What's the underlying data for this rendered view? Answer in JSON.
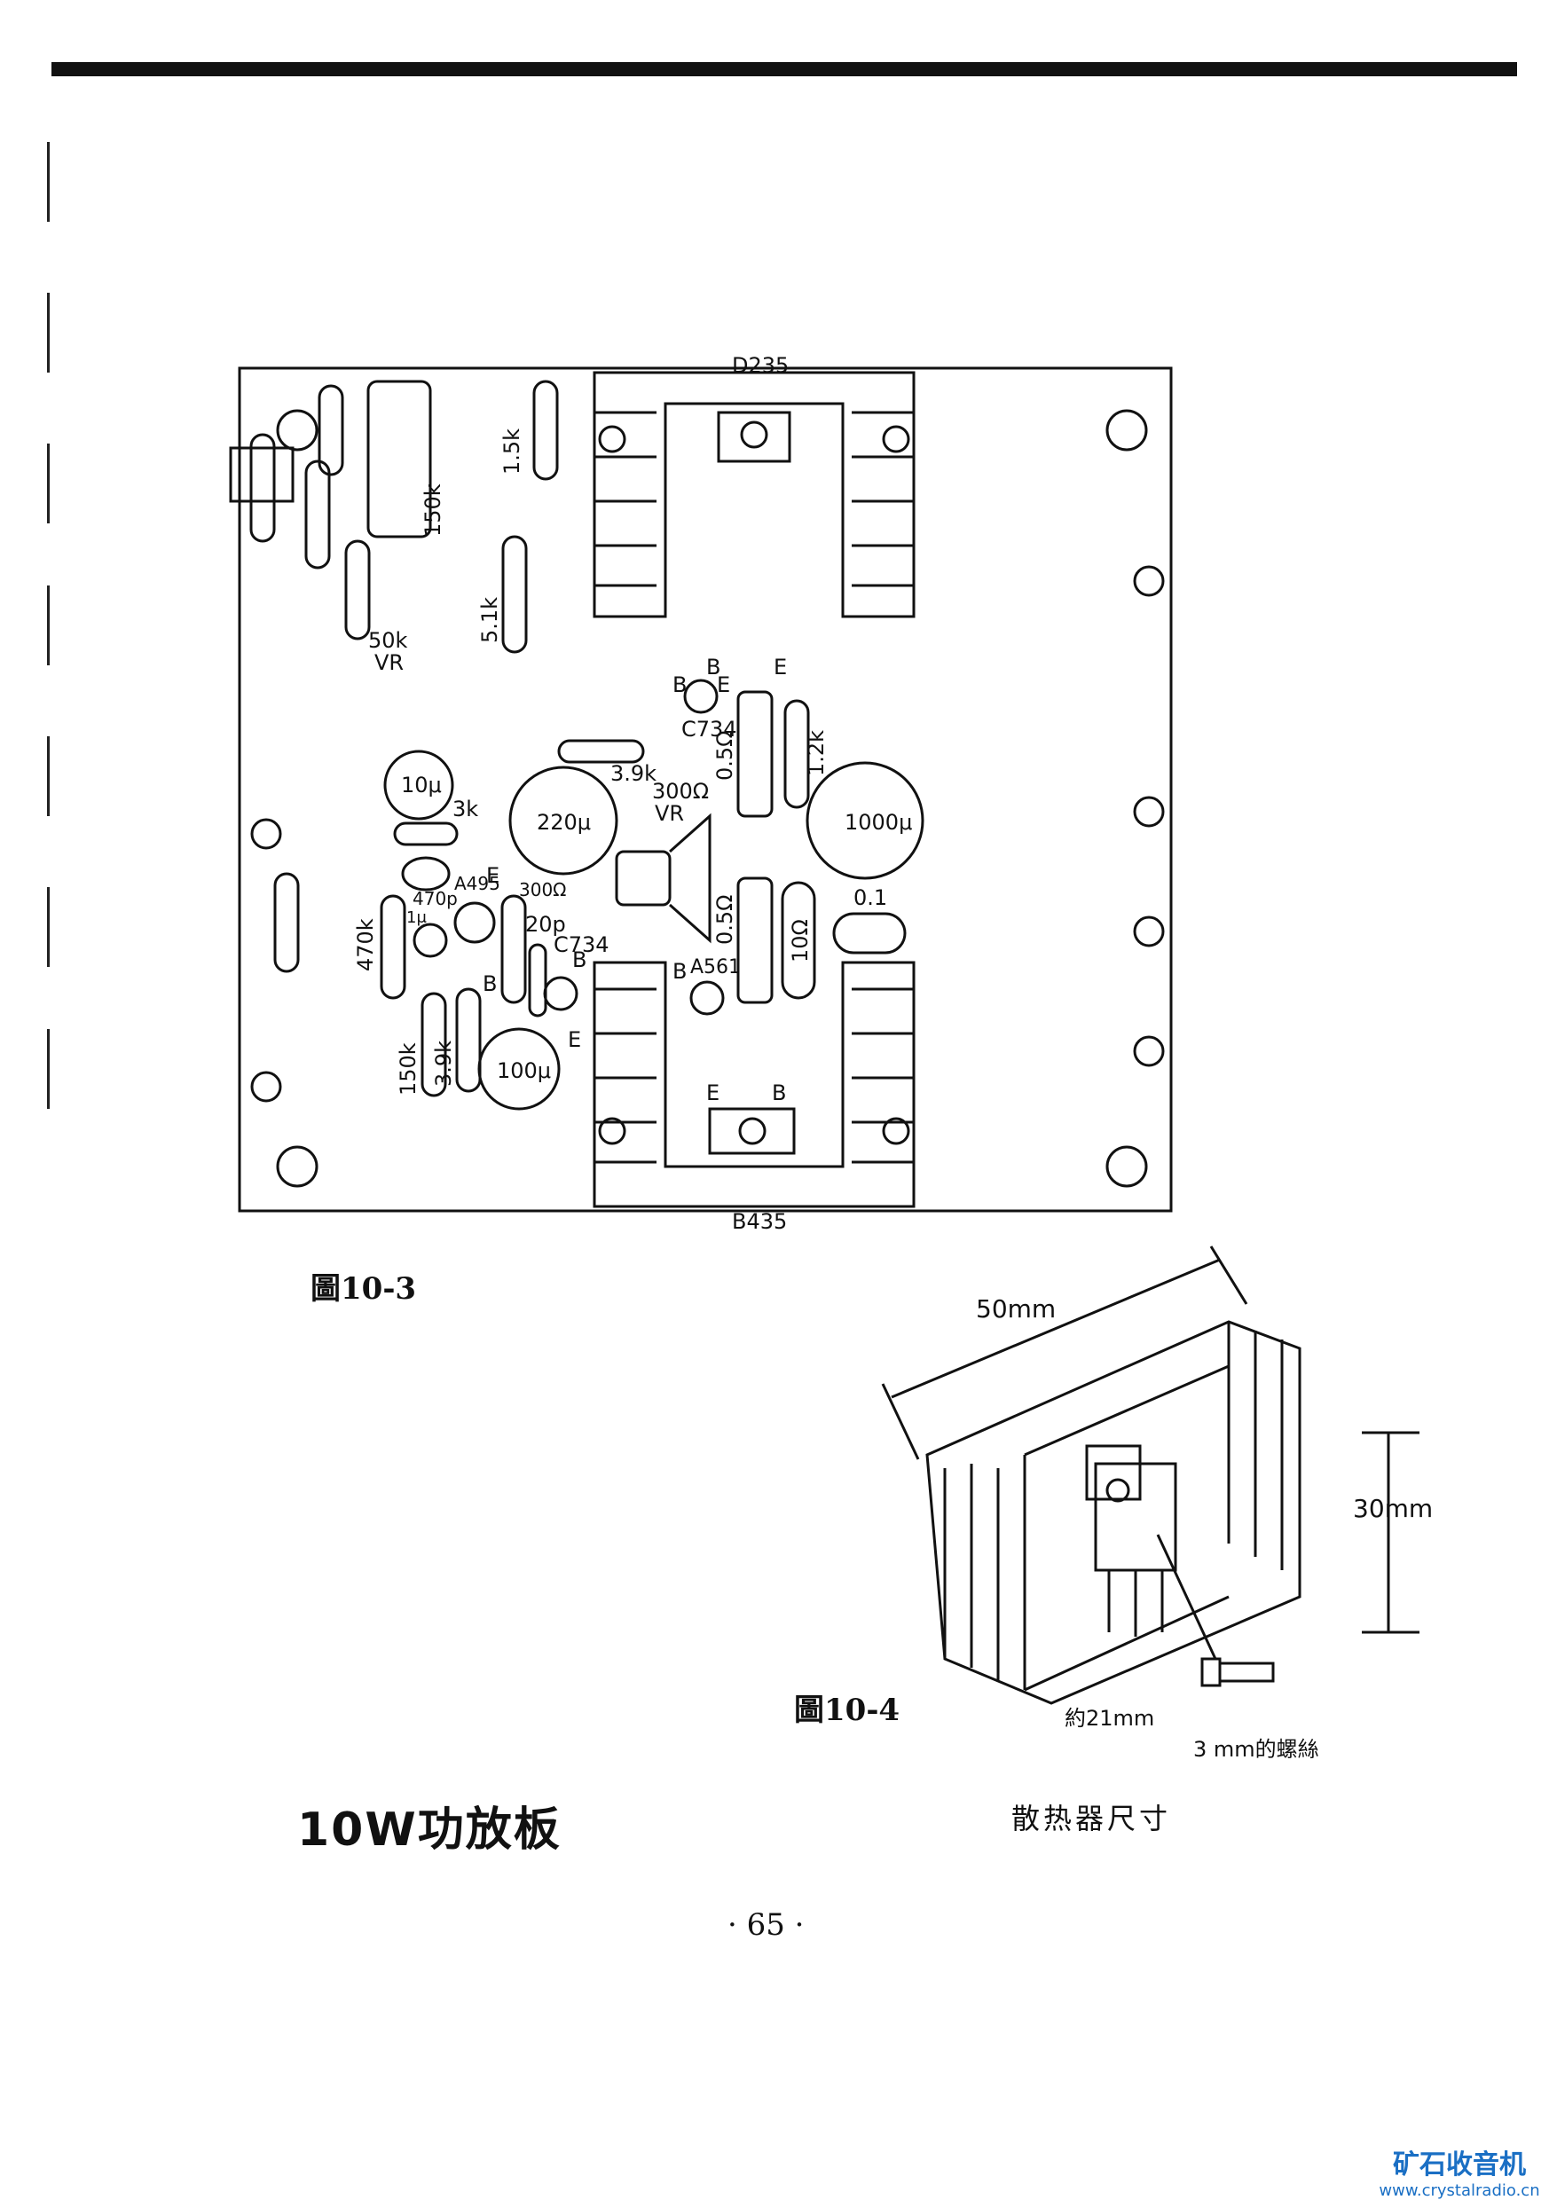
{
  "figure_10_3": {
    "caption": "圖10-3",
    "labels": {
      "d235": "D235",
      "b435": "B435",
      "vr50k_a": "50k",
      "vr50k_b": "VR",
      "r150k_top": "150k",
      "r1_5k": "1.5k",
      "r5_1k": "5.1k",
      "r3_9k_top": "3.9k",
      "c220u": "220μ",
      "c10u": "10μ",
      "r3k": "3k",
      "a495": "A495",
      "c470p": "470p",
      "c1u": "1μ",
      "r470k": "470k",
      "r150k_bot": "150k",
      "r3_9k_bot": "3.9k",
      "r300_small": "300Ω",
      "c20p": "20p",
      "c734_bot": "C734",
      "c100u": "100μ",
      "c734_top": "C734",
      "vr300_a": "300Ω",
      "vr300_b": "VR",
      "r0_5_top": "0.5Ω",
      "r0_5_bot": "0.5Ω",
      "r1_2k": "1.2k",
      "c1000u": "1000μ",
      "c0_1": "0.1",
      "r10": "10Ω",
      "a561": "A561",
      "pin_b": "B",
      "pin_e": "E"
    }
  },
  "title": "10W功放板",
  "figure_10_4": {
    "caption": "圖10-4",
    "dim_width": "50mm",
    "dim_height": "30mm",
    "dim_inner": "約21mm",
    "screw": "3 mm的螺絲",
    "subtitle": "散热器尺寸"
  },
  "page_number": "· 65 ·",
  "watermark": {
    "name": "矿石收音机",
    "url": "www.crystalradio.cn"
  }
}
